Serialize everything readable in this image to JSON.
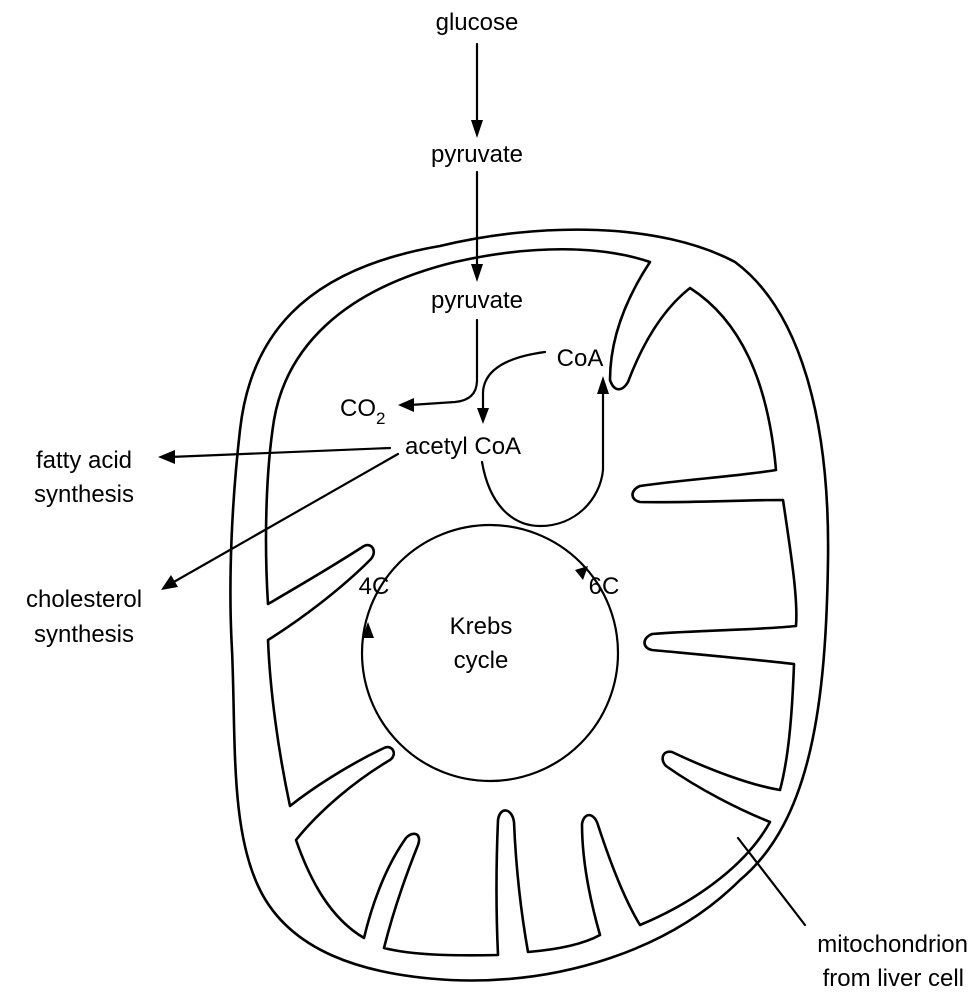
{
  "labels": {
    "glucose": "glucose",
    "pyruvate_outer": "pyruvate",
    "pyruvate_inner": "pyruvate",
    "coa": "CoA",
    "co2_main": "CO",
    "co2_sub": "2",
    "acetyl_coa": "acetyl CoA",
    "fatty_acid_line1": "fatty acid",
    "fatty_acid_line2": "synthesis",
    "cholesterol_line1": "cholesterol",
    "cholesterol_line2": "synthesis",
    "four_c": "4C",
    "six_c": "6C",
    "krebs_line1": "Krebs",
    "krebs_line2": "cycle",
    "mito_line1": "mitochondrion",
    "mito_line2": "from liver cell"
  }
}
